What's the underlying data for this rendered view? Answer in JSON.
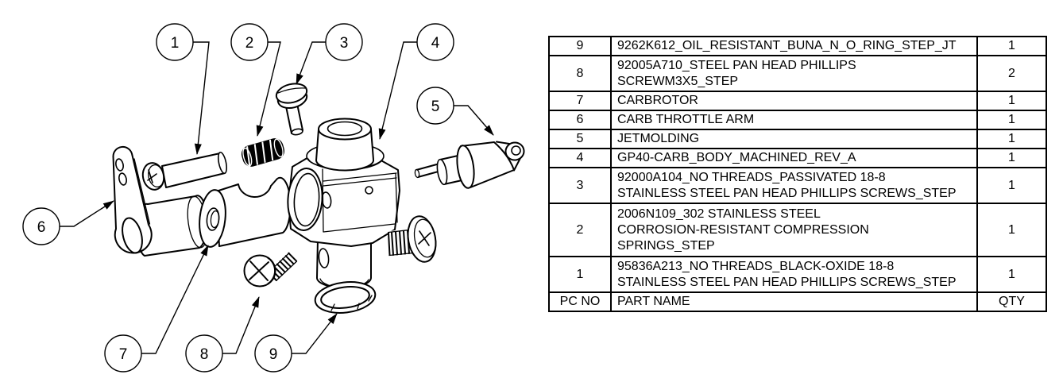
{
  "colors": {
    "line": "#000000",
    "background": "#ffffff"
  },
  "diagram": {
    "balloons": [
      {
        "label": "1"
      },
      {
        "label": "2"
      },
      {
        "label": "3"
      },
      {
        "label": "4"
      },
      {
        "label": "5"
      },
      {
        "label": "6"
      },
      {
        "label": "7"
      },
      {
        "label": "8"
      },
      {
        "label": "9"
      }
    ]
  },
  "bom": {
    "header": {
      "pc_no": "PC NO",
      "part_name": "PART NAME",
      "qty": "QTY"
    },
    "rows": [
      {
        "pc_no": "9",
        "part_name": "9262K612_OIL_RESISTANT_BUNA_N_O_RING_STEP_JT",
        "qty": "1"
      },
      {
        "pc_no": "8",
        "part_name": "92005A710_STEEL PAN HEAD PHILLIPS\nSCREWM3X5_STEP",
        "qty": "2"
      },
      {
        "pc_no": "7",
        "part_name": "CARBROTOR",
        "qty": "1"
      },
      {
        "pc_no": "6",
        "part_name": "CARB THROTTLE ARM",
        "qty": "1"
      },
      {
        "pc_no": "5",
        "part_name": "JETMOLDING",
        "qty": "1"
      },
      {
        "pc_no": "4",
        "part_name": "GP40-CARB_BODY_MACHINED_REV_A",
        "qty": "1"
      },
      {
        "pc_no": "3",
        "part_name": "92000A104_NO THREADS_PASSIVATED 18-8\nSTAINLESS STEEL PAN HEAD PHILLIPS SCREWS_STEP",
        "qty": "1"
      },
      {
        "pc_no": "2",
        "part_name": "2006N109_302 STAINLESS STEEL\nCORROSION-RESISTANT COMPRESSION\nSPRINGS_STEP",
        "qty": "1"
      },
      {
        "pc_no": "1",
        "part_name": "95836A213_NO THREADS_BLACK-OXIDE 18-8\nSTAINLESS STEEL PAN HEAD PHILLIPS SCREWS_STEP",
        "qty": "1"
      }
    ]
  }
}
